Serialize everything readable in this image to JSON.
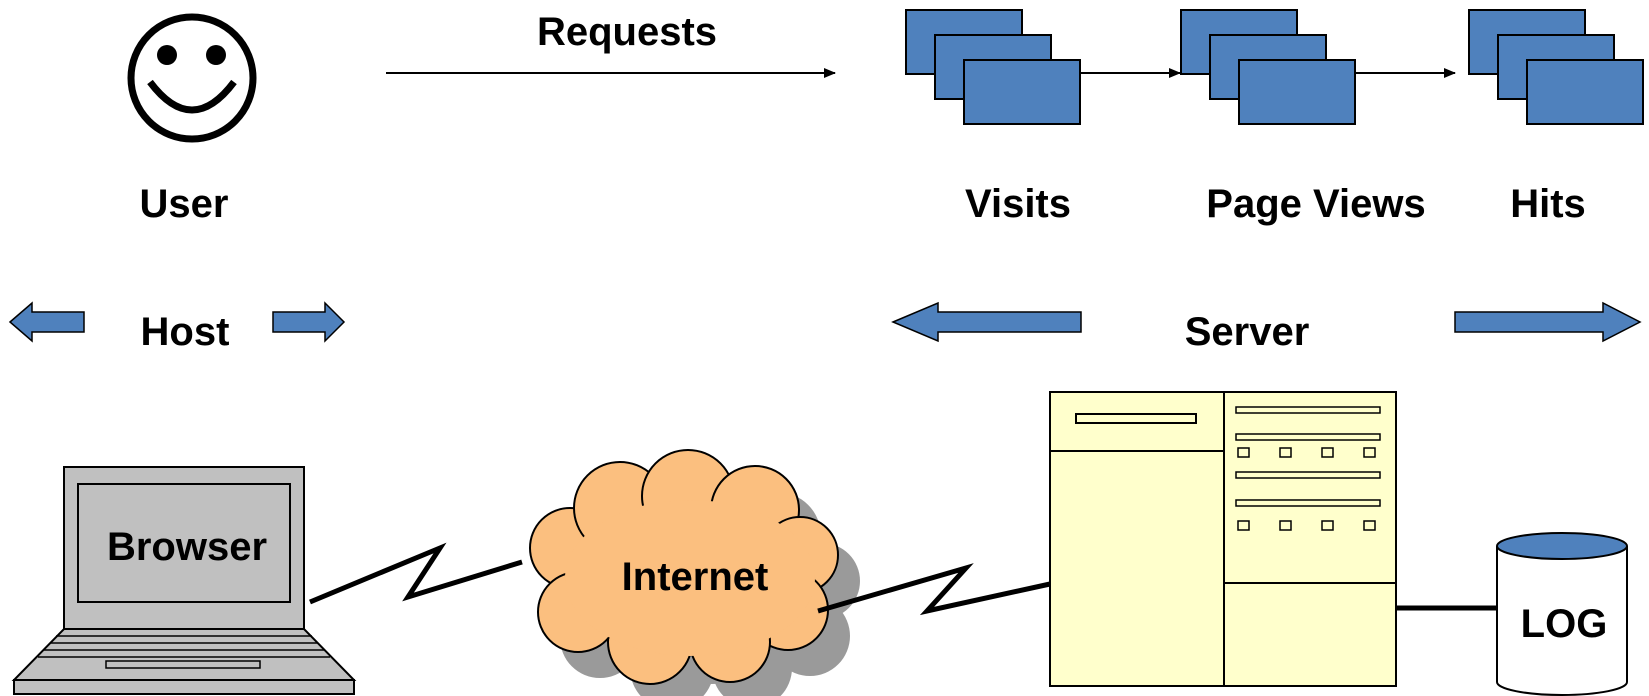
{
  "labels": {
    "requests": "Requests",
    "user": "User",
    "visits": "Visits",
    "page_views": "Page Views",
    "hits": "Hits",
    "host": "Host",
    "server": "Server",
    "browser": "Browser",
    "internet": "Internet",
    "log": "LOG"
  },
  "colors": {
    "block_blue": "#4f81bd",
    "cloud_orange": "#fbbf7f",
    "cloud_shadow": "#9a9a9a",
    "server_yellow": "#ffffcc",
    "laptop_gray": "#c0c0c0"
  },
  "icons": {
    "user": "smiley-face-icon",
    "browser": "laptop-icon",
    "internet": "cloud-icon",
    "server": "server-icon",
    "log": "database-cylinder-icon"
  }
}
